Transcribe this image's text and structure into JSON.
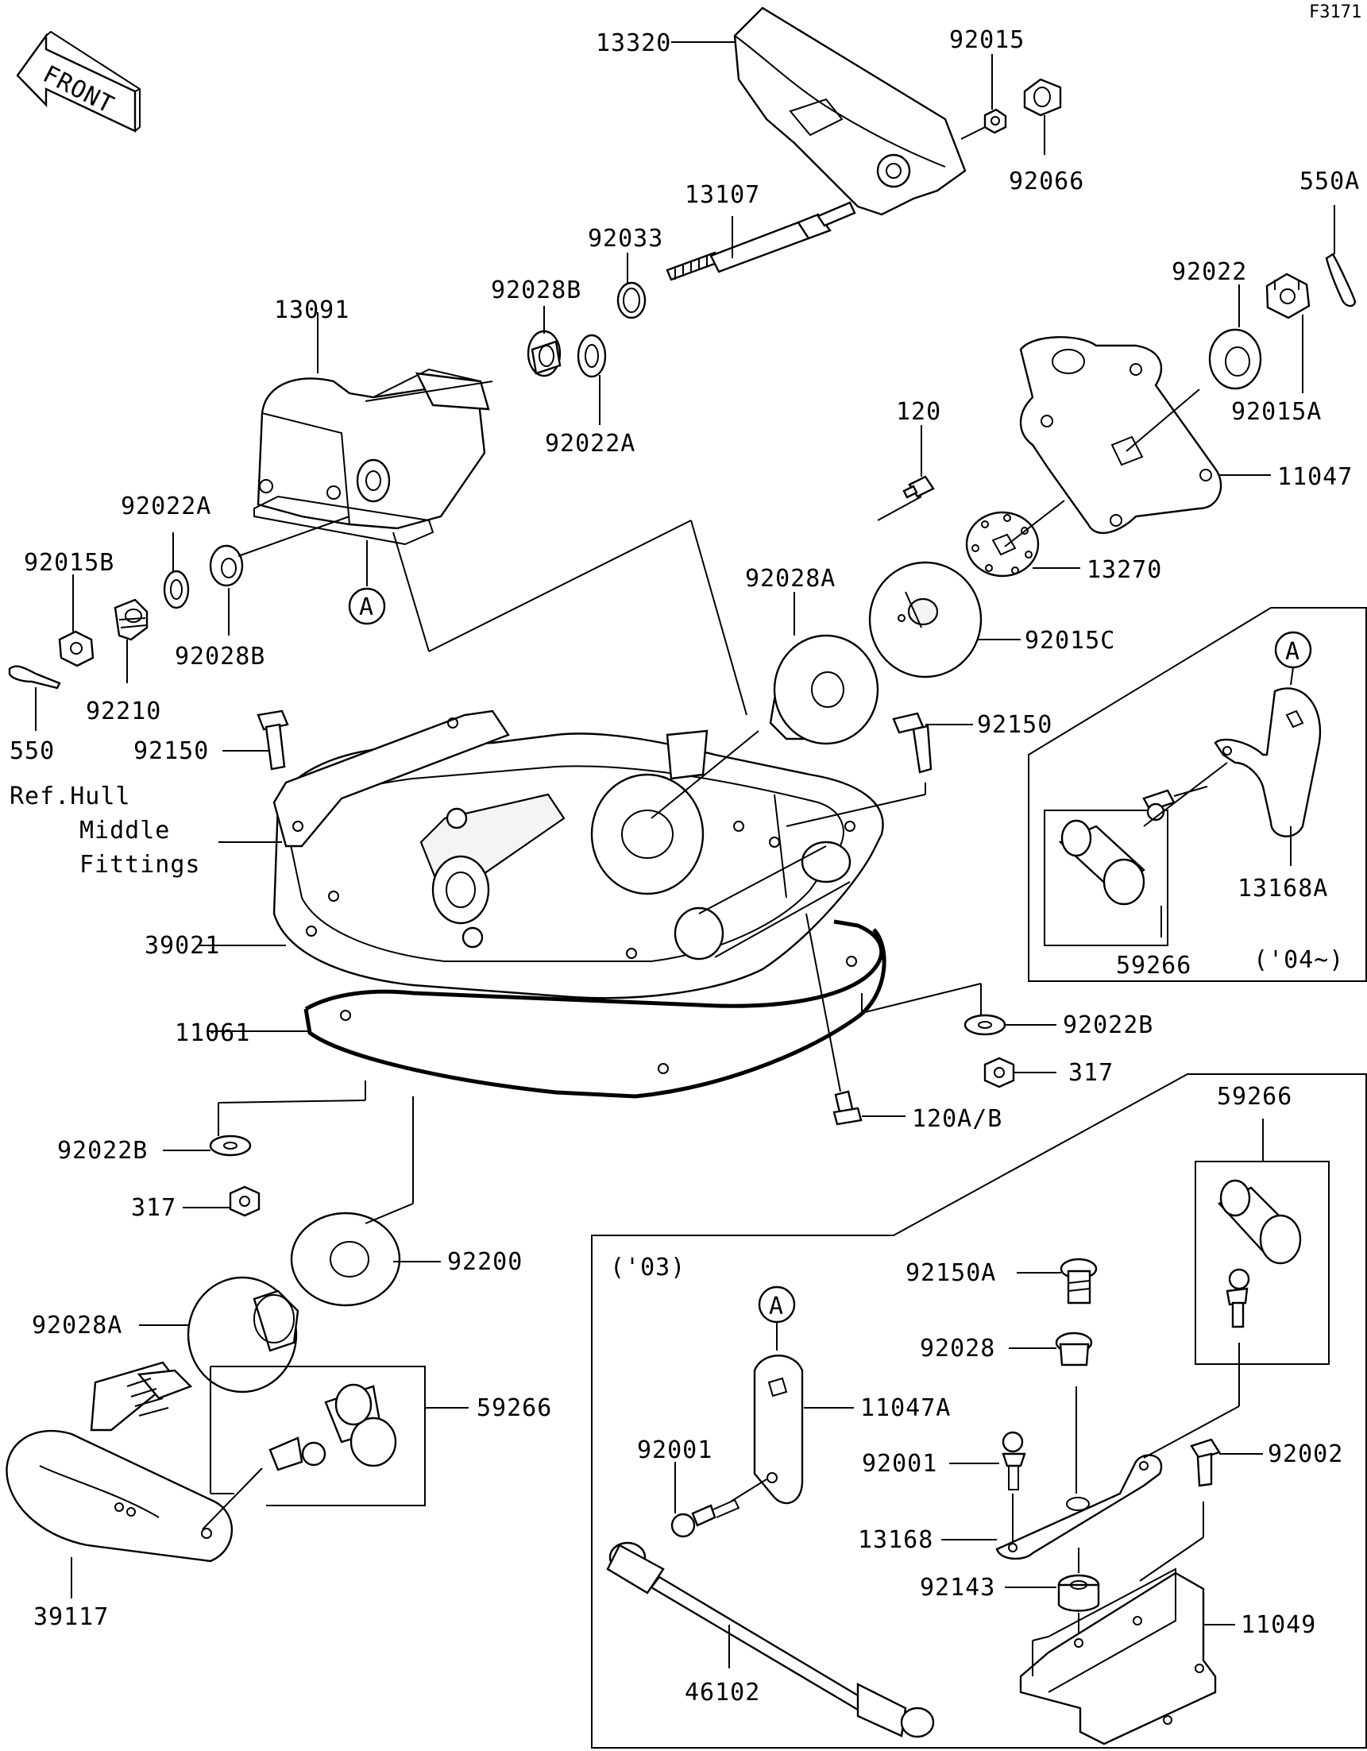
{
  "figure_id": "F3171",
  "front_label": "FRONT",
  "circle_marker": "A",
  "ref_note": [
    "Ref.Hull",
    "Middle",
    "Fittings"
  ],
  "inset_04": "('04~)",
  "inset_03": "('03)",
  "parts": {
    "p13320": "13320",
    "p92015": "92015",
    "p92066": "92066",
    "p550A": "550A",
    "p13107": "13107",
    "p92033": "92033",
    "p92028B_top": "92028B",
    "p13091": "13091",
    "p92022A_top": "92022A",
    "p92022": "92022",
    "p92015A": "92015A",
    "p120": "120",
    "p11047": "11047",
    "p92022A_left": "92022A",
    "p92015B": "92015B",
    "p92028B_left": "92028B",
    "p13270": "13270",
    "p92028A_top": "92028A",
    "p92015C": "92015C",
    "p92210": "92210",
    "p550": "550",
    "p92150_left": "92150",
    "p92150_right": "92150",
    "p13168A": "13168A",
    "p59266_inset04": "59266",
    "p39021": "39021",
    "p11061": "11061",
    "p92022B_right": "92022B",
    "p317_right": "317",
    "p120AB": "120A/B",
    "p92022B_left": "92022B",
    "p317_left": "317",
    "p92200": "92200",
    "p92028A_bottom": "92028A",
    "p59266_bottom": "59266",
    "p39117": "39117",
    "p59266_inset03": "59266",
    "p92150A": "92150A",
    "p92028": "92028",
    "p11047A": "11047A",
    "p92001_left": "92001",
    "p92001_right": "92001",
    "p92002": "92002",
    "p13168": "13168",
    "p92143": "92143",
    "p11049": "11049",
    "p46102": "46102"
  }
}
